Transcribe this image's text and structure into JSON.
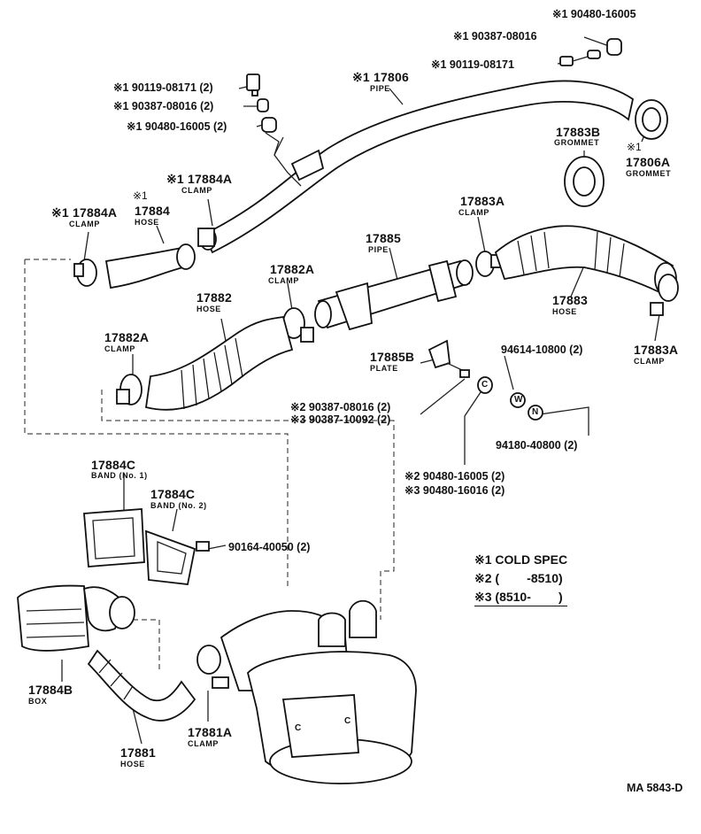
{
  "diagram_ref": "MA 5843-D",
  "legend": {
    "l1": "※1 COLD SPEC",
    "l2": "※2 (        -8510)",
    "l3": "※3 (8510-        )"
  },
  "labels": {
    "p90480_16005_top": "※1 90480-16005",
    "p90387_08016_top": "※1 90387-08016",
    "p90119_08171_top": "※1 90119-08171",
    "p90119_08171_left": "※1 90119-08171  (2)",
    "p90387_08016_left": "※1 90387-08016  (2)",
    "p90480_16005_left": "※1 90480-16005  (2)",
    "p117806": "※1 17806",
    "pipe1": "PIPE",
    "p17883B": "17883B",
    "grommet1": "GROMMET",
    "mark_17806A": "※1",
    "p17806A": "17806A",
    "grommet2": "GROMMET",
    "p17884A_top": "※1 17884A",
    "clamp1": "CLAMP",
    "mark_17884": "※1",
    "p17884": "17884",
    "hose1": "HOSE",
    "p17884A_left": "※1 17884A",
    "clamp2": "CLAMP",
    "p17883A_top": "17883A",
    "clamp3": "CLAMP",
    "p17885": "17885",
    "pipe2": "PIPE",
    "p17882A": "17882A",
    "clamp4": "CLAMP",
    "p17882": "17882",
    "hose2": "HOSE",
    "p17883": "17883",
    "hose3": "HOSE",
    "p17883A_right": "17883A",
    "clamp5": "CLAMP",
    "p17882A_left": "17882A",
    "clamp6": "CLAMP",
    "p17885B": "17885B",
    "plate": "PLATE",
    "p94614": "94614-10800  (2)",
    "p90387_08016_m2": "※2 90387-08016  (2)",
    "p90387_10092_m3": "※3 90387-10092  (2)",
    "p94180": "94180-40800  (2)",
    "p90480_16005_m2": "※2 90480-16005  (2)",
    "p90480_16016_m3": "※3 90480-16016  (2)",
    "p17884C_1": "17884C",
    "band1": "BAND (No. 1)",
    "p17884C_2": "17884C",
    "band2": "BAND (No. 2)",
    "p90164": "90164-40050  (2)",
    "p17884B": "17884B",
    "box": "BOX",
    "p17881A": "17881A",
    "clamp7": "CLAMP",
    "p17881": "17881",
    "hose4": "HOSE",
    "washer_w": "W",
    "nut_n": "N",
    "collar_c": "C",
    "bottom_c1": "C",
    "bottom_c2": "C"
  }
}
